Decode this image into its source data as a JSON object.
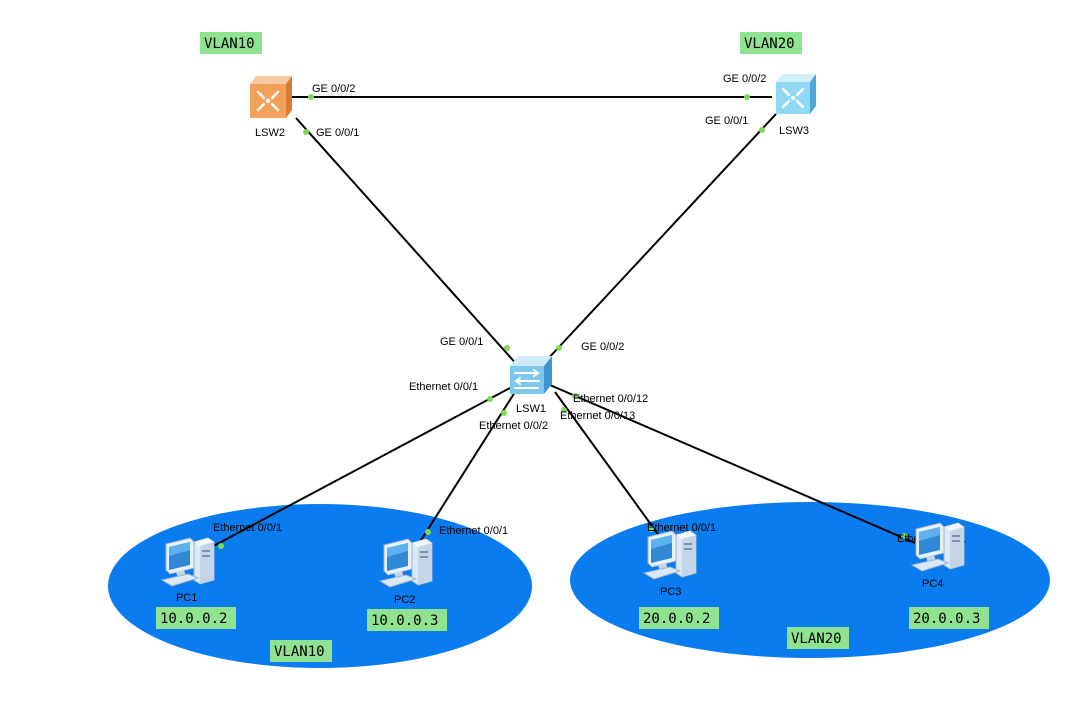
{
  "colors": {
    "vlan_area": "#0a7cf0",
    "tag_background": "#8fe28f",
    "port_dot": "#7ed957",
    "link": "#000000",
    "core_switch_lsw2": "#f2a15c",
    "core_switch_lsw3": "#8fd9f5",
    "access_switch": "#7cc8ef"
  },
  "top_tags": {
    "left": "VLAN10",
    "right": "VLAN20"
  },
  "devices": {
    "lsw1": {
      "name": "LSW1",
      "icon": "access-switch-icon"
    },
    "lsw2": {
      "name": "LSW2",
      "icon": "layer3-switch-icon"
    },
    "lsw3": {
      "name": "LSW3",
      "icon": "layer3-switch-icon"
    },
    "pc1": {
      "name": "PC1",
      "icon": "pc-icon",
      "ip": "10.0.0.2"
    },
    "pc2": {
      "name": "PC2",
      "icon": "pc-icon",
      "ip": "10.0.0.3"
    },
    "pc3": {
      "name": "PC3",
      "icon": "pc-icon",
      "ip": "20.0.0.2"
    },
    "pc4": {
      "name": "PC4",
      "icon": "pc-icon",
      "ip": "20.0.0.3"
    }
  },
  "areas": {
    "left": {
      "label": "VLAN10"
    },
    "right": {
      "label": "VLAN20"
    }
  },
  "ports": {
    "lsw2_ge002": "GE 0/0/2",
    "lsw2_ge001": "GE 0/0/1",
    "lsw3_ge002": "GE 0/0/2",
    "lsw3_ge001": "GE 0/0/1",
    "lsw1_ge001": "GE 0/0/1",
    "lsw1_ge002": "GE 0/0/2",
    "lsw1_eth001": "Ethernet 0/0/1",
    "lsw1_eth002": "Ethernet 0/0/2",
    "lsw1_eth0012": "Ethernet 0/0/12",
    "lsw1_eth0013": "Ethernet 0/0/13",
    "pc1_eth001": "Ethernet 0/0/1",
    "pc2_eth001": "Ethernet 0/0/1",
    "pc3_eth001": "Ethernet 0/0/1",
    "pc4_eth001": "Ethernet 0/0/1"
  }
}
